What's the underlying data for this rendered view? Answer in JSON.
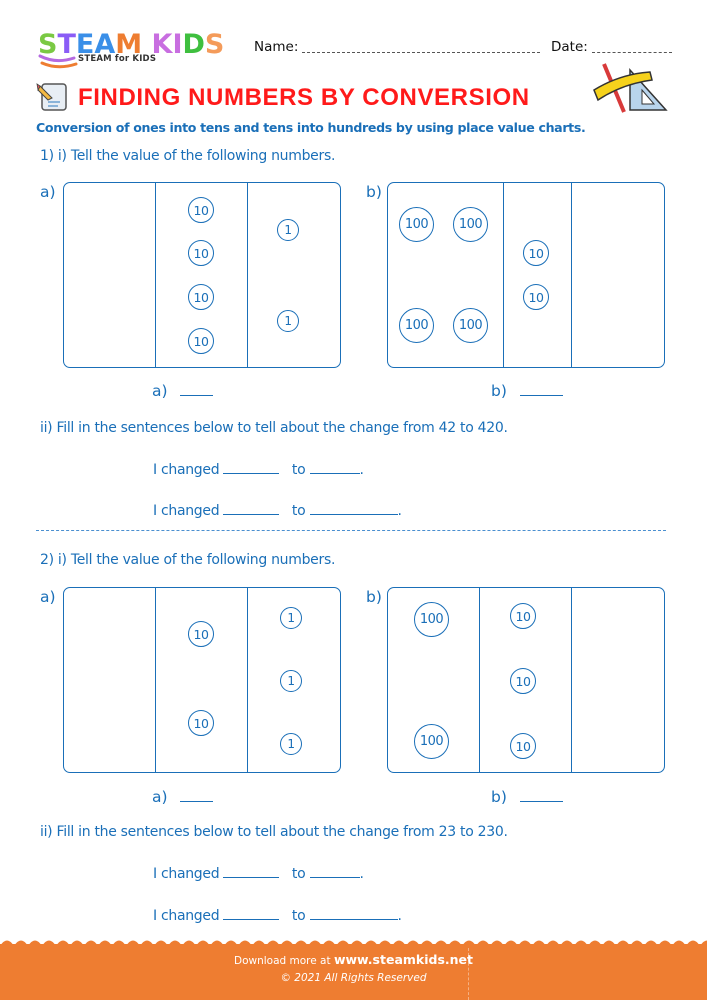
{
  "header": {
    "logo": {
      "letters": [
        {
          "char": "S",
          "color": "#7ac943"
        },
        {
          "char": "T",
          "color": "#8a5cf6"
        },
        {
          "char": "E",
          "color": "#3a8fe8"
        },
        {
          "char": "A",
          "color": "#3a8fe8"
        },
        {
          "char": "M",
          "color": "#ee7d31"
        },
        {
          "char": " ",
          "color": "#ffffff"
        },
        {
          "char": "K",
          "color": "#c86ee0"
        },
        {
          "char": "I",
          "color": "#c86ee0"
        },
        {
          "char": "D",
          "color": "#3fbf3f"
        },
        {
          "char": "S",
          "color": "#f49b5a"
        }
      ],
      "tagline": "STEAM for KIDS"
    },
    "name_label": "Name:",
    "date_label": "Date:"
  },
  "title": "FINDING NUMBERS BY CONVERSION",
  "subtitle": "Conversion of ones into tens and tens into hundreds by using place value charts.",
  "colors": {
    "text_blue": "#1a6fb8",
    "title_red": "#ff1a1a",
    "footer_orange": "#ee7d31"
  },
  "questions": [
    {
      "part_i": "1)  i)  Tell the value of the following numbers.",
      "charts": [
        {
          "label": "a)",
          "columns": [
            "hundreds",
            "tens",
            "ones"
          ],
          "hundreds": [],
          "tens": [
            "10",
            "10",
            "10",
            "10"
          ],
          "ones": [
            "1",
            "1"
          ]
        },
        {
          "label": "b)",
          "columns": [
            "hundreds",
            "tens",
            "ones"
          ],
          "hundreds": [
            "100",
            "100",
            "100",
            "100"
          ],
          "tens": [
            "10",
            "10"
          ],
          "ones": []
        }
      ],
      "answers": [
        {
          "label": "a)",
          "blank": "____"
        },
        {
          "label": "b)",
          "blank": "_____"
        }
      ],
      "part_ii": "ii)  Fill in the sentences below to tell about the change from 42 to 420.",
      "sentences": [
        {
          "prefix": "I changed",
          "mid": "to",
          "end": "."
        },
        {
          "prefix": "I changed",
          "mid": "to",
          "end": "."
        }
      ]
    },
    {
      "part_i": "2)  i)  Tell the value of the following numbers.",
      "charts": [
        {
          "label": "a)",
          "columns": [
            "hundreds",
            "tens",
            "ones"
          ],
          "hundreds": [],
          "tens": [
            "10",
            "10"
          ],
          "ones": [
            "1",
            "1",
            "1"
          ]
        },
        {
          "label": "b)",
          "columns": [
            "hundreds",
            "tens",
            "ones"
          ],
          "hundreds": [
            "100",
            "100"
          ],
          "tens": [
            "10",
            "10",
            "10"
          ],
          "ones": []
        }
      ],
      "answers": [
        {
          "label": "a)",
          "blank": "____"
        },
        {
          "label": "b)",
          "blank": "_____"
        }
      ],
      "part_ii": "ii)  Fill in the sentences below to tell about the change from 23 to 230.",
      "sentences": [
        {
          "prefix": "I changed",
          "mid": "to",
          "end": "."
        },
        {
          "prefix": "I changed",
          "mid": "to",
          "end": "."
        }
      ]
    }
  ],
  "footer": {
    "download_prefix": "Download more at",
    "url": "www.steamkids.net",
    "copyright": "© 2021 All Rights Reserved"
  }
}
